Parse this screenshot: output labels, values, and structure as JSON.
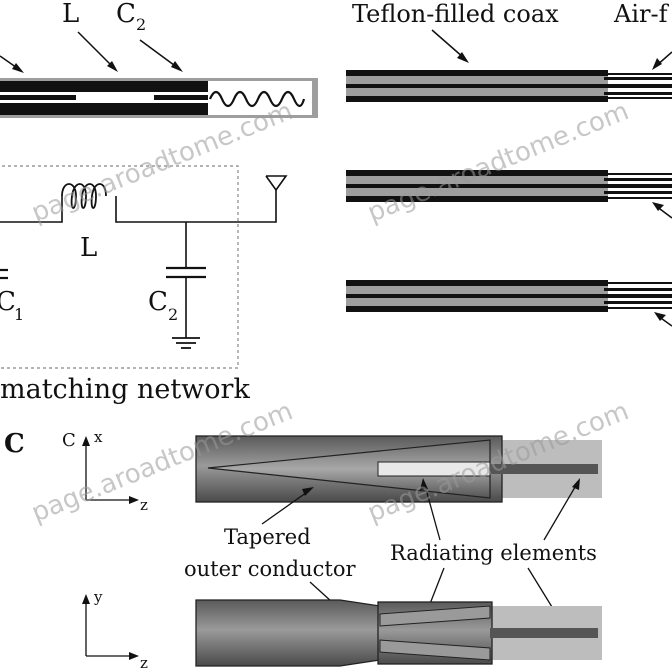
{
  "labels": {
    "top_L": "L",
    "top_C2": "C",
    "top_C2_sub": "2",
    "teflon_coax": "Teflon-filled coax",
    "air_filled": "Air-f",
    "circuit_L": "L",
    "circuit_C1": "C",
    "circuit_C1_sub": "1",
    "circuit_C2": "C",
    "circuit_C2_sub": "2",
    "matching_network": "matching network",
    "panel_C": "C",
    "axis1_vertical": "x",
    "axis1_origin": "C",
    "axis1_horizontal": "z",
    "axis2_vertical": "y",
    "axis2_horizontal": "z",
    "tapered_line1": "Tapered",
    "tapered_line2": "outer conductor",
    "radiating_elements": "Radiating elements"
  },
  "watermark": "page.aroadtome.com",
  "colors": {
    "conductor_black": "#111111",
    "dielectric_gray": "#9e9e9e",
    "light_gray": "#c8c8c8",
    "watermark_gray": "#9a9a9a"
  }
}
